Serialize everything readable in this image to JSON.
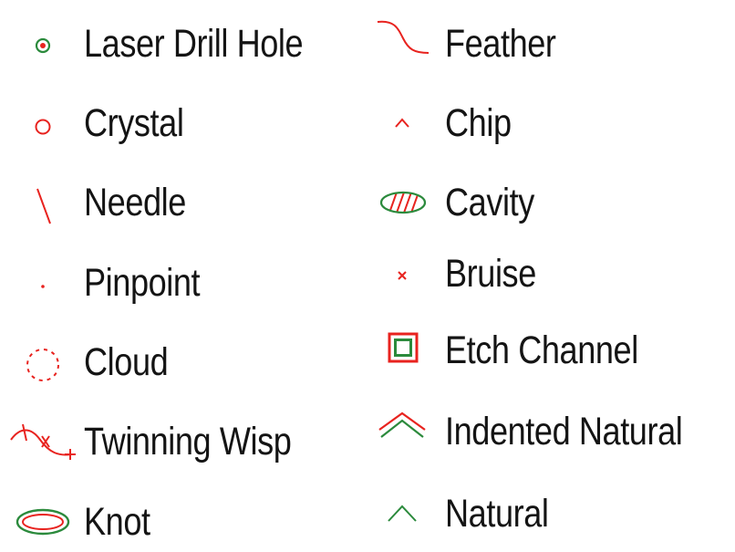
{
  "colors": {
    "red": "#e8231f",
    "green": "#2b8a3c",
    "text": "#141414"
  },
  "left_column": [
    {
      "label": "Laser Drill Hole",
      "icon": "laser-drill-hole-icon"
    },
    {
      "label": "Crystal",
      "icon": "crystal-icon"
    },
    {
      "label": "Needle",
      "icon": "needle-icon"
    },
    {
      "label": "Pinpoint",
      "icon": "pinpoint-icon"
    },
    {
      "label": "Cloud",
      "icon": "cloud-icon"
    },
    {
      "label": "Twinning Wisp",
      "icon": "twinning-wisp-icon"
    },
    {
      "label": "Knot",
      "icon": "knot-icon"
    }
  ],
  "right_column": [
    {
      "label": "Feather",
      "icon": "feather-icon"
    },
    {
      "label": "Chip",
      "icon": "chip-icon"
    },
    {
      "label": "Cavity",
      "icon": "cavity-icon"
    },
    {
      "label": "Bruise",
      "icon": "bruise-icon"
    },
    {
      "label": "Etch Channel",
      "icon": "etch-channel-icon"
    },
    {
      "label": "Indented Natural",
      "icon": "indented-natural-icon"
    },
    {
      "label": "Natural",
      "icon": "natural-icon"
    }
  ]
}
